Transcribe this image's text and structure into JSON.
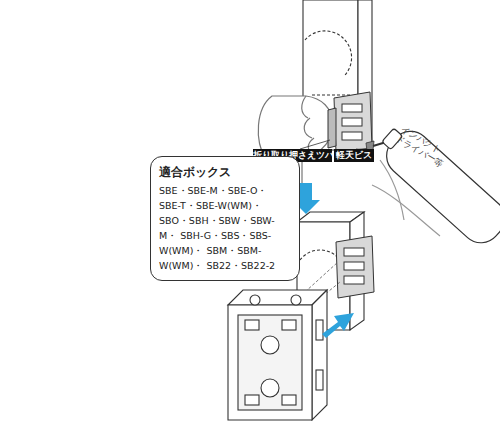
{
  "diagram": {
    "nodes": [
      {
        "text": [
          "折り取り押さえツバ"
        ]
      },
      {
        "text": [
          "軽天ビス"
        ]
      },
      {
        "text": [
          "適合ボックス",
          "SBE・SBE-M・SBE-O・ SBE-T・SBE-W(WM)・ SBO・SBH・SBW・SBW-M・ SBH-G・SBS・SBS-W(WM)・ SBM・SBM-W(WM)・ SB22・SB22-2"
        ]
      }
    ],
    "labels": [
      "インパクト ドライバー等"
    ]
  }
}
